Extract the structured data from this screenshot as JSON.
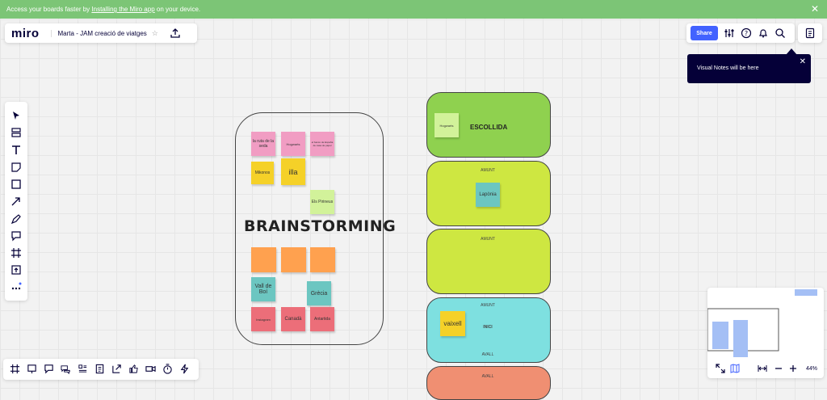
{
  "banner": {
    "pre": "Access your boards faster by ",
    "link": "Installing the Miro app",
    "post": " on your device."
  },
  "toolbar": {
    "logo": "miro",
    "board_title": "Marta - JAM creació de viatges",
    "share_label": "Share"
  },
  "tooltip": {
    "text": "Visual Notes will be here"
  },
  "board": {
    "brainstorm_title": "BRAINSTORMING",
    "notes": {
      "ruta": "la ruta de la seda",
      "hogwarts1": "Hogwarts",
      "banco": "el banco de España de casa de papel",
      "mikonos": "Mikonos",
      "illa": "illa",
      "pirineus": "Els Pirineus",
      "vall": "Vall de Boí",
      "grecia": "Grècia",
      "instagram": "Instagram",
      "canada": "Canadà",
      "antartida": "Antartida",
      "hogwarts2": "Hogwarts",
      "laponia": "Lapònia",
      "vaixell": "vaixell"
    },
    "escollida": "ESCOLLIDA",
    "amunt1": "AMUNT",
    "amunt2": "AMUNT",
    "amunt3": "AMUNT",
    "inici": "INICI",
    "avall1": "AVALL",
    "avall2": "AVALL"
  },
  "minimap": {
    "zoom": "44%"
  },
  "colors": {
    "banner": "#7cc576",
    "accent": "#4262ff",
    "pink": "#f19dc3",
    "yellow": "#f5d128",
    "lightgreen": "#d2f29a",
    "orange": "#ffa14f",
    "teal": "#6cc6c1",
    "red": "#ec6e79",
    "card_green": "#8fd14f",
    "card_lime": "#cee741",
    "card_cyan": "#7ee0e0",
    "card_salmon": "#f08f72"
  },
  "icons": [
    "search-icon",
    "bell-icon",
    "help-icon",
    "settings-sliders-icon",
    "notes-icon",
    "export-icon",
    "star-icon",
    "close-icon",
    "cursor-icon",
    "template-icon",
    "text-icon",
    "sticky-note-icon",
    "shape-icon",
    "arrow-icon",
    "pen-icon",
    "comment-icon",
    "frame-icon",
    "upload-icon",
    "more-icon",
    "fit-icon",
    "map-icon",
    "fit-width-icon",
    "zoom-out-icon",
    "zoom-in-icon"
  ]
}
